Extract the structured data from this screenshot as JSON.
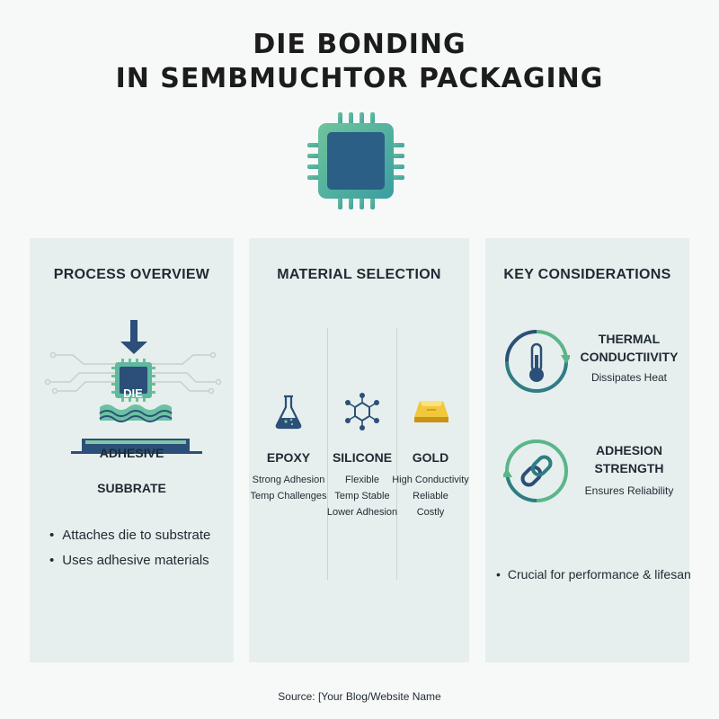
{
  "title": {
    "line1": "DIE BONDING",
    "line2": "IN SEMBMUCHTOR PACKAGING"
  },
  "colors": {
    "panel_bg": "#e6efed",
    "teal": "#2e7d84",
    "navy": "#2b4f78",
    "green": "#5bb58a",
    "gold": "#e8b623"
  },
  "process": {
    "title": "PROCESS OVERVIEW",
    "die_label": "DIE",
    "adhesive_label": "ADHESIVE",
    "substrate_label": "SUBBRATE",
    "bullets": [
      "Attaches die to substrate",
      "Uses adhesive materials"
    ]
  },
  "materials": {
    "title": "MATERIAL SELECTION",
    "items": [
      {
        "name": "EPOXY",
        "icon": "flask-icon",
        "lines": [
          "Strong Adhesion",
          "Temp Challenges"
        ]
      },
      {
        "name": "SILICONE",
        "icon": "molecule-icon",
        "lines": [
          "Flexible",
          "Temp Stable",
          "Lower Adhesion"
        ]
      },
      {
        "name": "GOLD",
        "icon": "gold-bar-icon",
        "lines": [
          "High Conductivity",
          "Reliable",
          "Costly"
        ]
      }
    ]
  },
  "considerations": {
    "title": "KEY CONSIDERATIONS",
    "items": [
      {
        "name_line1": "THERMAL",
        "name_line2": "CONDUCTIIVITY",
        "desc": "Dissipates Heat",
        "icon": "thermometer-icon"
      },
      {
        "name_line1": "ADHESION",
        "name_line2": "STRENGTH",
        "desc": "Ensures Reliability",
        "icon": "chain-link-icon"
      }
    ],
    "bullet": "Crucial for performance & lifesan"
  },
  "source": "Source: [Your Blog/Website Name"
}
